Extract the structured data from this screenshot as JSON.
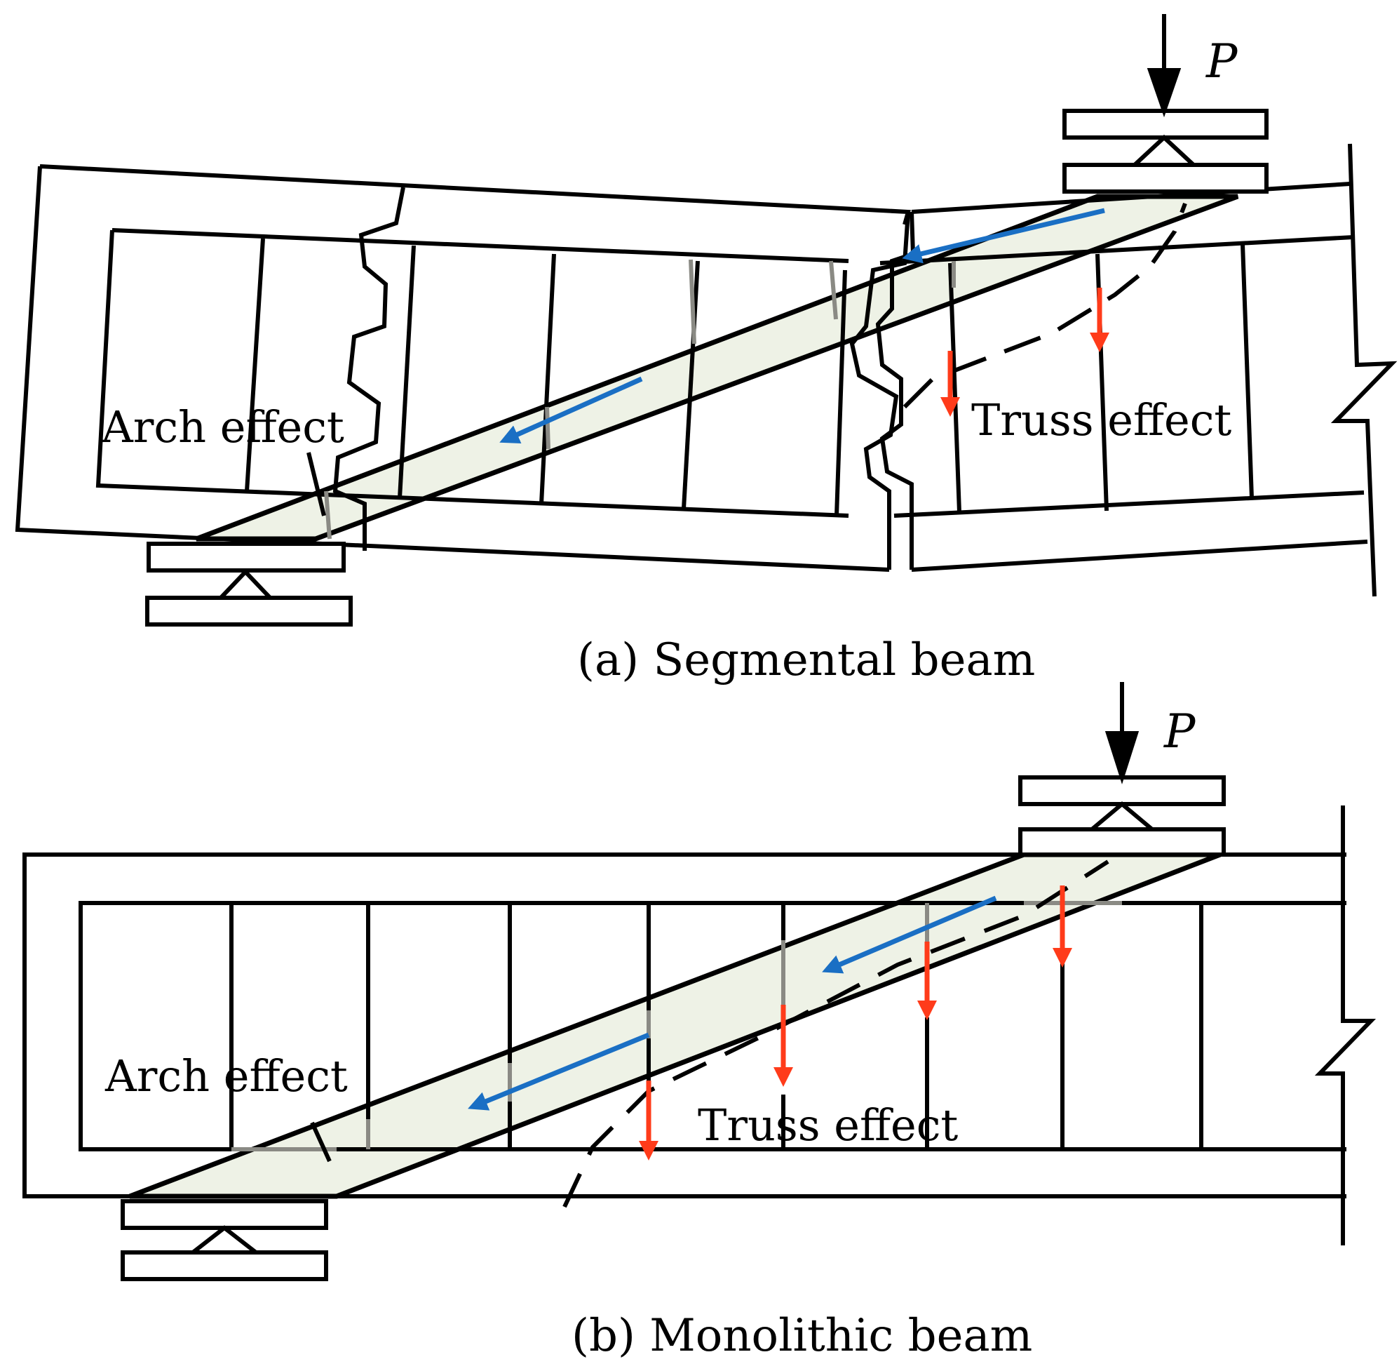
{
  "panel_a": {
    "caption": "(a) Segmental beam",
    "load_label": "P",
    "arch_label": "Arch effect",
    "truss_label": "Truss effect"
  },
  "panel_b": {
    "caption": "(b) Monolithic beam",
    "load_label": "P",
    "arch_label": "Arch effect",
    "truss_label": "Truss effect"
  },
  "colors": {
    "line": "#000000",
    "strut_fill": "#eef2e6",
    "compression_arrow": "#1a6fc4",
    "tension_arrow": "#ff3b1a",
    "stirrup_in_strut": "#8a8a84"
  }
}
